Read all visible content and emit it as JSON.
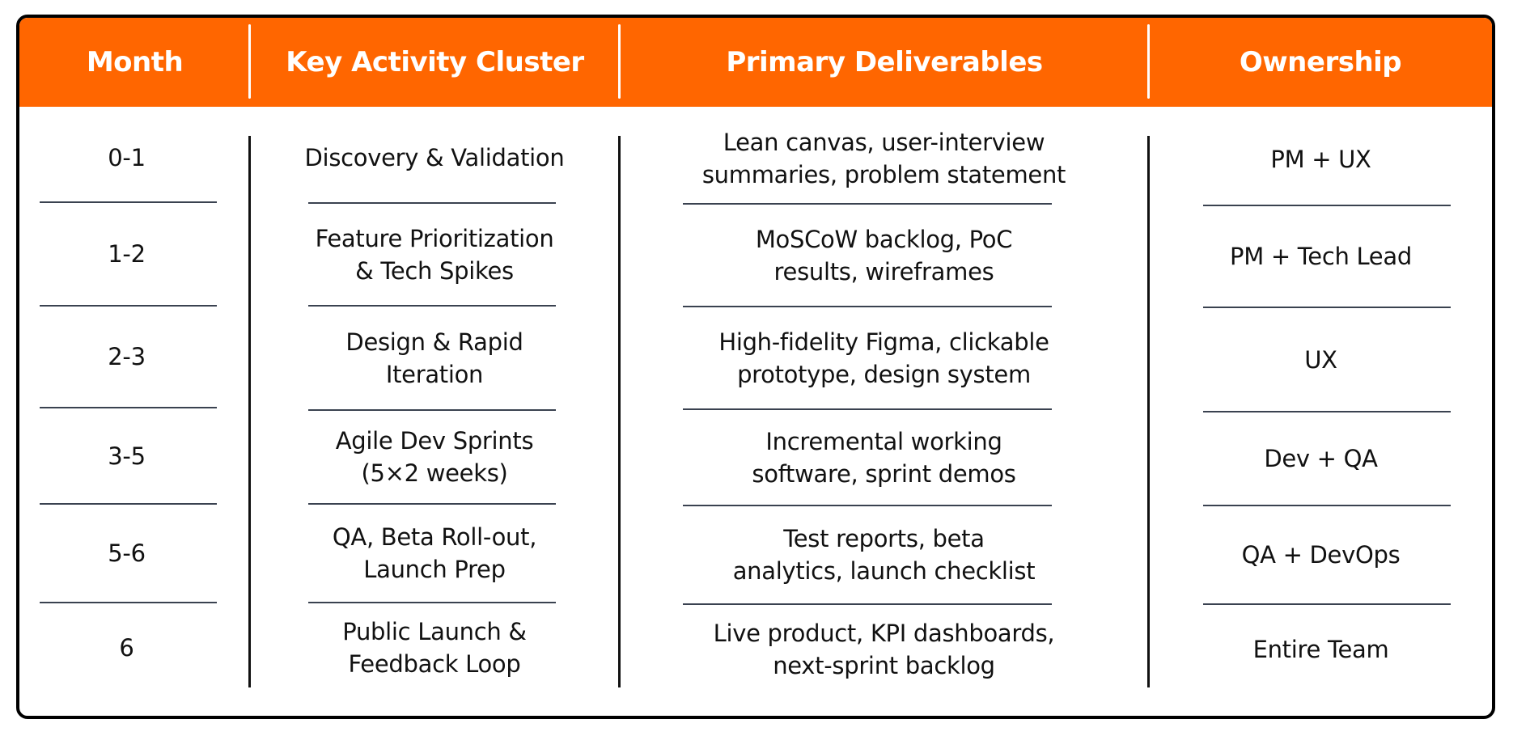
{
  "table": {
    "colors": {
      "header_bg": "#FF6600",
      "header_text": "#FFFFFF",
      "body_text": "#111111",
      "border": "#000000",
      "row_separator": "#3A4250"
    },
    "headers": [
      "Month",
      "Key Activity Cluster",
      "Primary Deliverables",
      "Ownership"
    ],
    "rows": [
      {
        "month": "0-1",
        "activity": "Discovery & Validation",
        "deliverables": "Lean canvas, user-interview\nsummaries, problem statement",
        "ownership": "PM + UX"
      },
      {
        "month": "1-2",
        "activity": "Feature Prioritization\n& Tech Spikes",
        "deliverables": "MoSCoW backlog, PoC\nresults, wireframes",
        "ownership": "PM + Tech Lead"
      },
      {
        "month": "2-3",
        "activity": "Design & Rapid\nIteration",
        "deliverables": "High-fidelity Figma, clickable\nprototype, design system",
        "ownership": "UX"
      },
      {
        "month": "3-5",
        "activity": "Agile Dev Sprints\n(5×2 weeks)",
        "deliverables": "Incremental working\nsoftware, sprint demos",
        "ownership": "Dev + QA"
      },
      {
        "month": "5-6",
        "activity": "QA, Beta Roll-out,\nLaunch Prep",
        "deliverables": "Test reports, beta\nanalytics, launch checklist",
        "ownership": "QA + DevOps"
      },
      {
        "month": "6",
        "activity": "Public Launch &\nFeedback Loop",
        "deliverables": "Live product, KPI dashboards,\nnext-sprint backlog",
        "ownership": "Entire Team"
      }
    ]
  }
}
